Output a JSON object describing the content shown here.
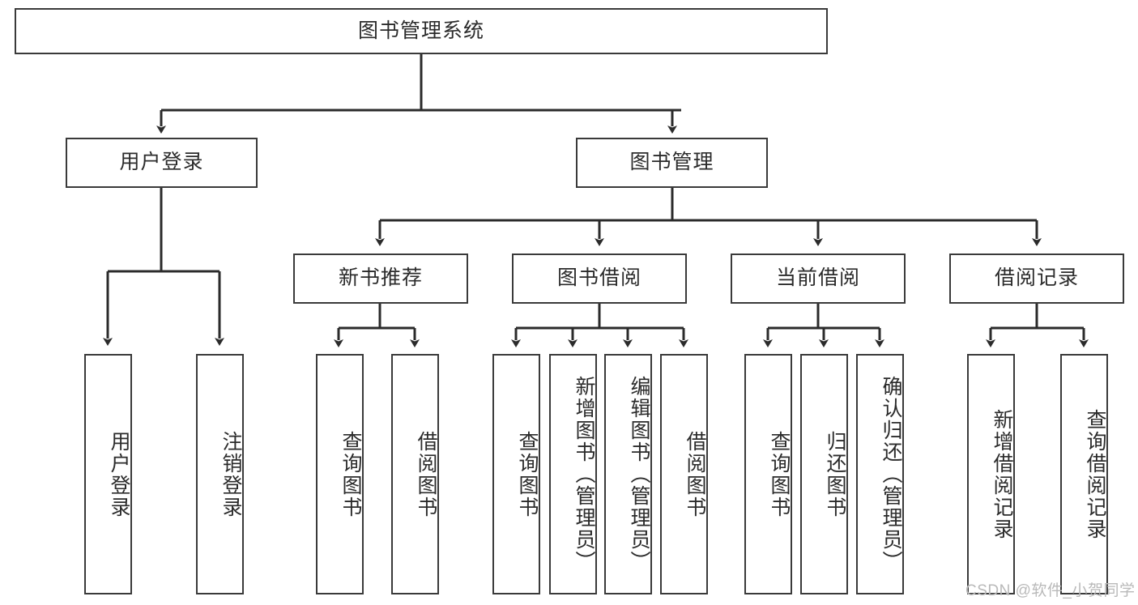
{
  "diagram": {
    "type": "tree-hierarchy-chart",
    "title": "图书管理系统",
    "colors": {
      "box_border": "#3a3a3a",
      "box_fill": "#ffffff",
      "line": "#2b2b2b",
      "text": "#2b2b2b",
      "watermark": "#b9b9b9",
      "background": "#ffffff"
    },
    "levels": {
      "root": {
        "label": "图书管理系统"
      },
      "level2": [
        {
          "label": "用户登录"
        },
        {
          "label": "图书管理"
        }
      ],
      "level3": [
        {
          "label": "新书推荐"
        },
        {
          "label": "图书借阅"
        },
        {
          "label": "当前借阅"
        },
        {
          "label": "借阅记录"
        }
      ],
      "leaves": [
        {
          "label": "用户登录",
          "parent": "用户登录"
        },
        {
          "label": "注销登录",
          "parent": "用户登录"
        },
        {
          "label": "查询图书",
          "parent": "新书推荐"
        },
        {
          "label": "借阅图书",
          "parent": "新书推荐"
        },
        {
          "label": "查询图书",
          "parent": "图书借阅"
        },
        {
          "label": "新增图书（管理员）",
          "parent": "图书借阅"
        },
        {
          "label": "编辑图书（管理员）",
          "parent": "图书借阅"
        },
        {
          "label": "借阅图书",
          "parent": "图书借阅"
        },
        {
          "label": "查询图书",
          "parent": "当前借阅"
        },
        {
          "label": "归还图书",
          "parent": "当前借阅"
        },
        {
          "label": "确认归还（管理员）",
          "parent": "当前借阅"
        },
        {
          "label": "新增借阅记录",
          "parent": "借阅记录"
        },
        {
          "label": "查询借阅记录",
          "parent": "借阅记录"
        }
      ]
    }
  },
  "watermark": {
    "text": "CSDN @软件_小贺同学"
  }
}
